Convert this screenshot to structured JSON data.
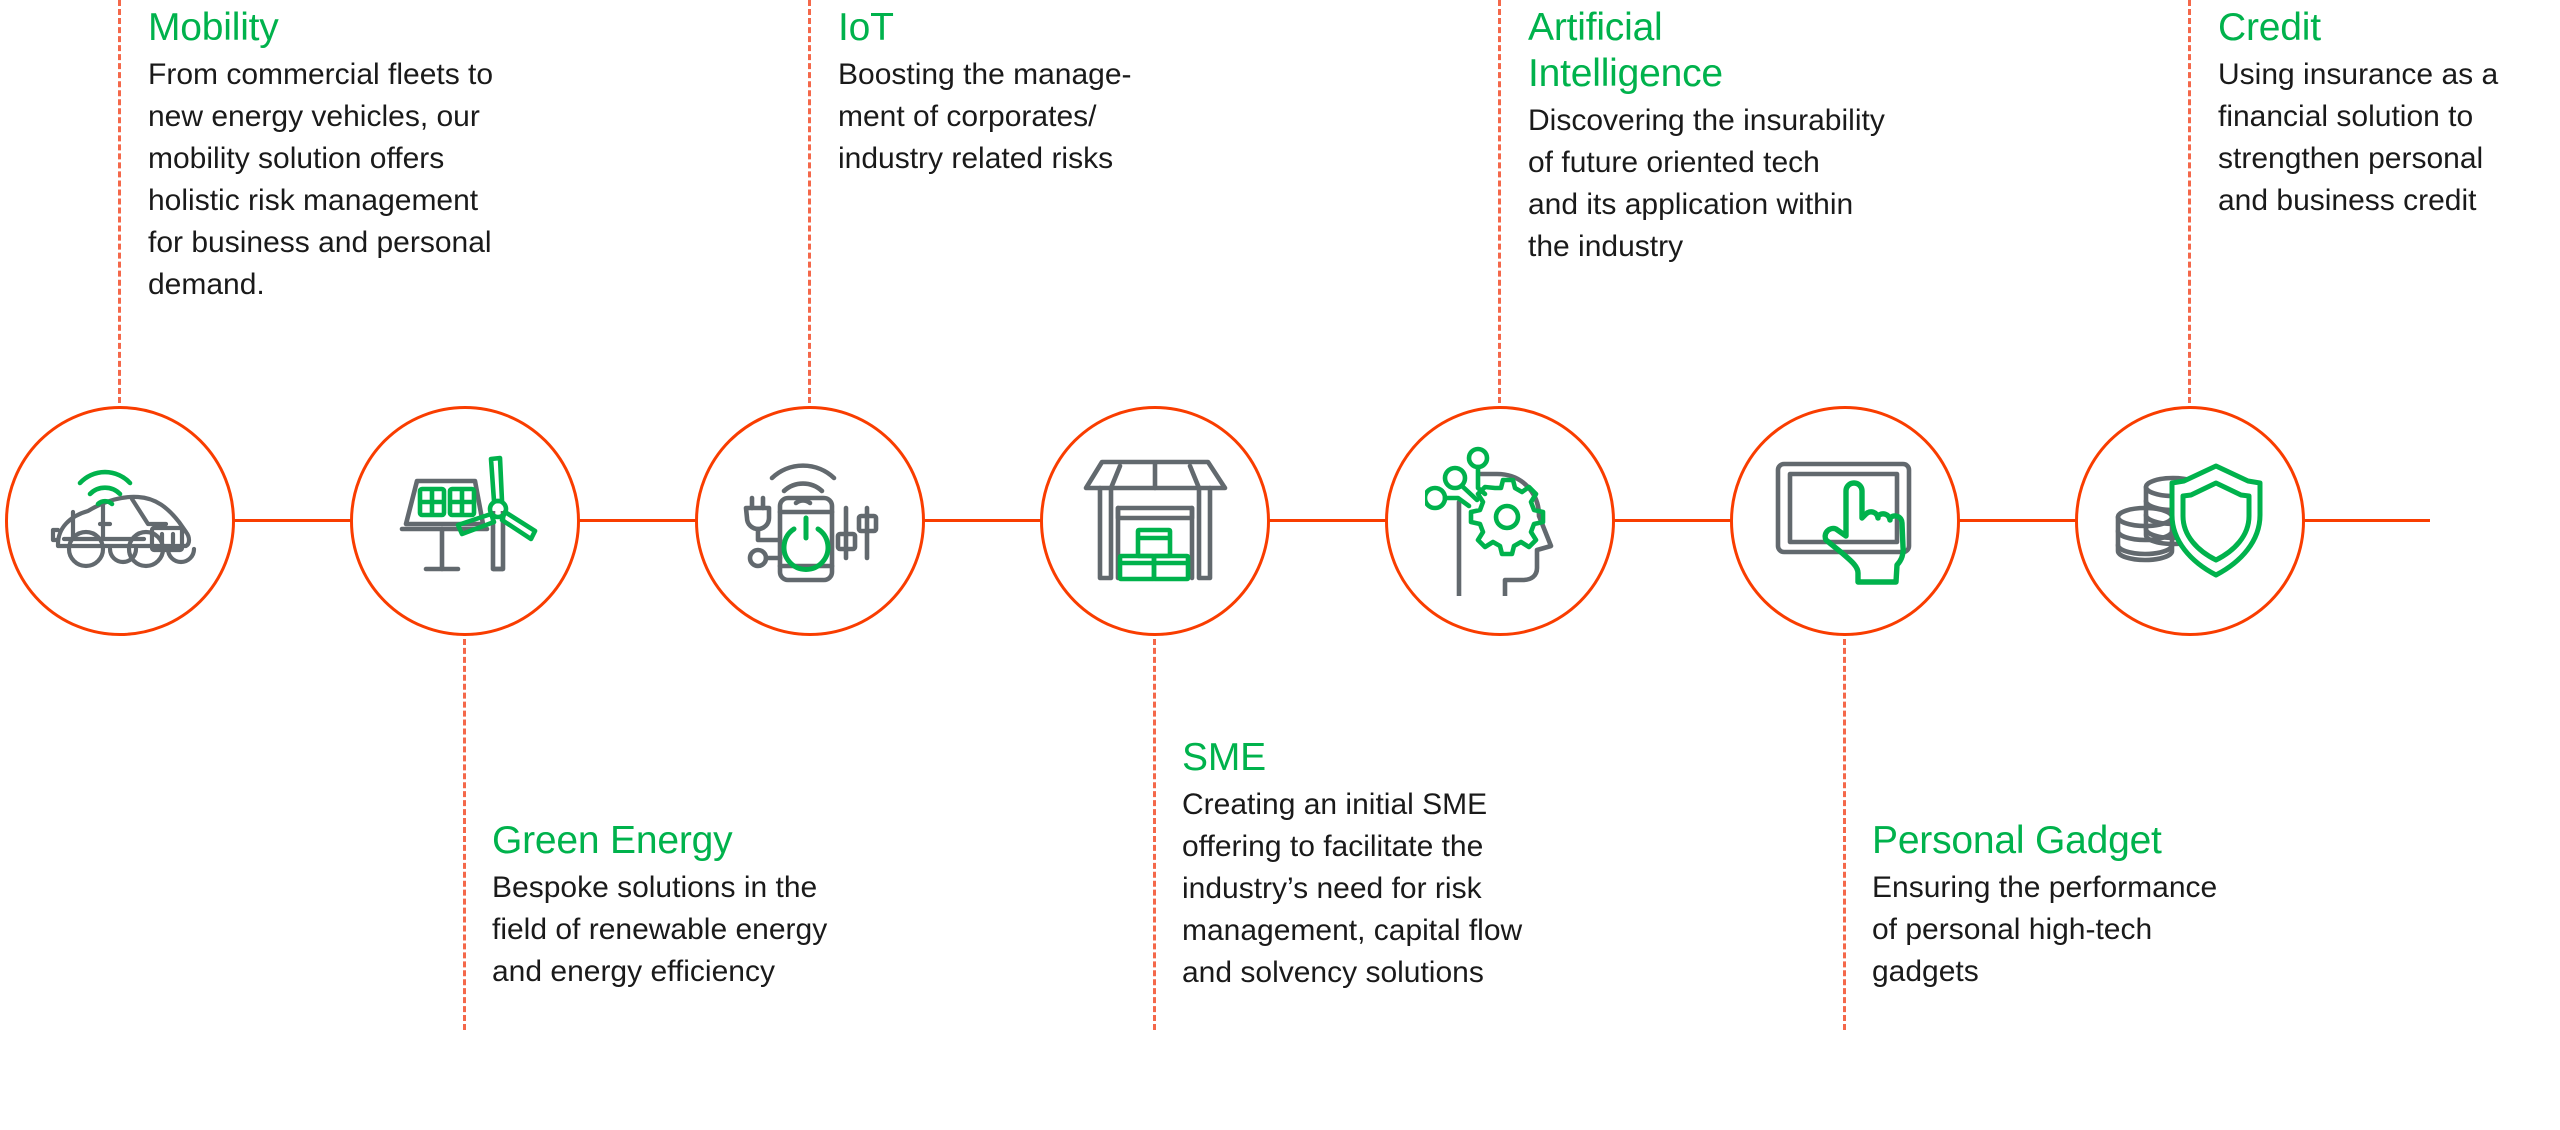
{
  "theme": {
    "accent_green": "#00B24C",
    "accent_orange": "#F93D00",
    "leader_orange": "#F4684A",
    "icon_grey": "#62696E",
    "body_text": "#1a1a1a",
    "background": "#FFFFFF"
  },
  "nodes": [
    {
      "id": "mobility",
      "icon": "connected-car-icon",
      "label": "Mobility"
    },
    {
      "id": "green-energy",
      "icon": "solar-wind-icon",
      "label": "Green Energy"
    },
    {
      "id": "iot",
      "icon": "smart-device-power-icon",
      "label": "IoT"
    },
    {
      "id": "sme",
      "icon": "shop-storefront-icon",
      "label": "SME"
    },
    {
      "id": "ai",
      "icon": "head-gear-network-icon",
      "label": "Artificial Intelligence"
    },
    {
      "id": "personal-gadget",
      "icon": "tablet-touch-hand-icon",
      "label": "Personal Gadget"
    },
    {
      "id": "credit",
      "icon": "coins-shield-icon",
      "label": "Credit"
    }
  ],
  "items": {
    "mobility": {
      "title": "Mobility",
      "body": "From commercial fleets to\nnew energy vehicles, our\nmobility solution offers\nholistic risk management\nfor business and personal\ndemand."
    },
    "green_energy": {
      "title": "Green Energy",
      "body": "Bespoke solutions in the\nfield of renewable energy\nand energy efficiency"
    },
    "iot": {
      "title": "IoT",
      "body": "Boosting the manage-\nment of corporates/\nindustry related risks"
    },
    "sme": {
      "title": "SME",
      "body": "Creating an initial SME\noffering to facilitate the\nindustry’s need for risk\nmanagement, capital flow\nand solvency solutions"
    },
    "ai": {
      "title": "Artificial\nIntelligence",
      "body": "Discovering the insurability\nof future oriented tech\nand its application within\nthe industry"
    },
    "personal_gadget": {
      "title": "Personal Gadget",
      "body": "Ensuring the performance\nof personal high-tech\ngadgets"
    },
    "credit": {
      "title": "Credit",
      "body": "Using insurance as a\nfinancial solution to\nstrengthen personal\nand business credit"
    }
  }
}
